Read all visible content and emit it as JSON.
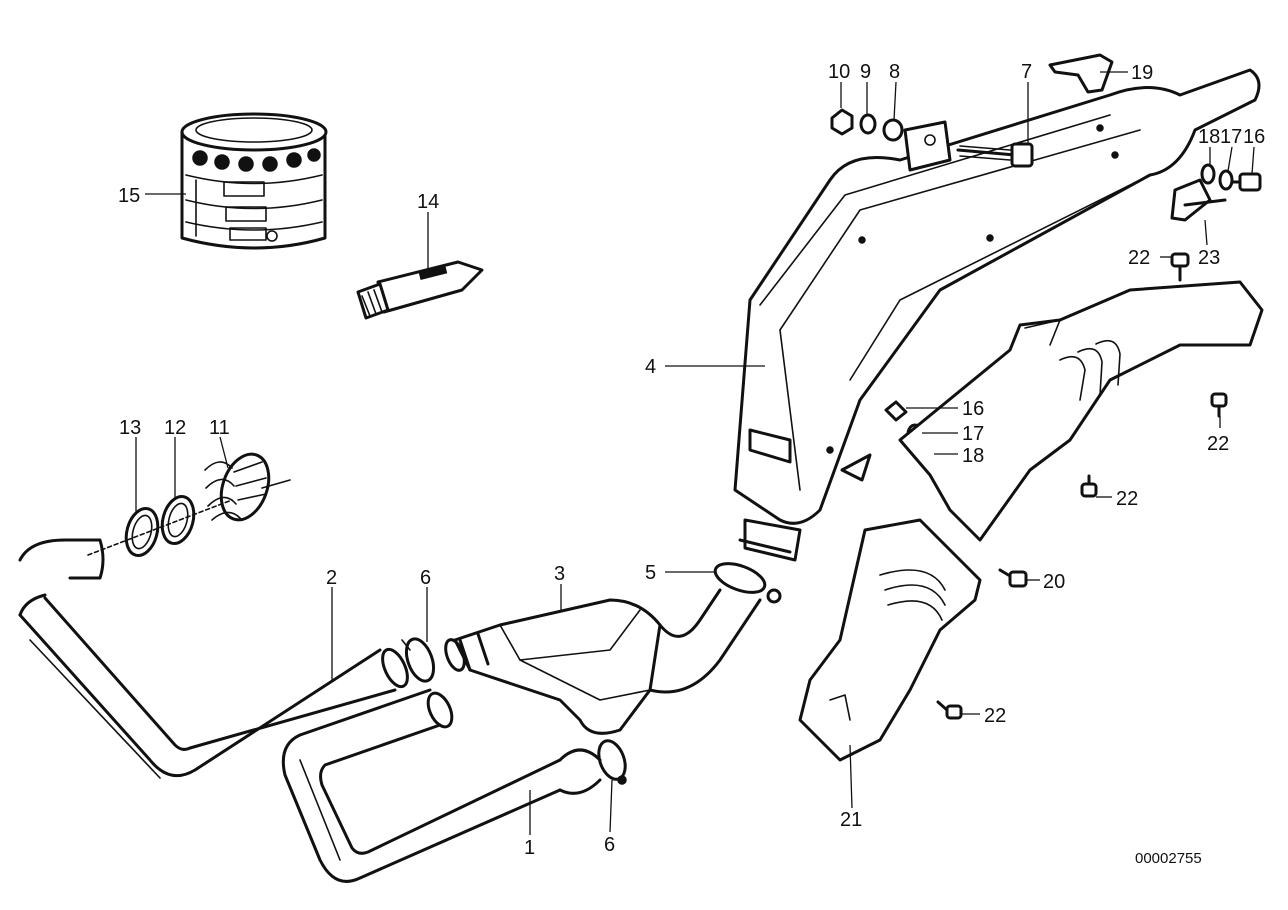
{
  "diagram": {
    "document_number": "00002755",
    "callouts": [
      {
        "id": "c1",
        "label": "1"
      },
      {
        "id": "c2",
        "label": "2"
      },
      {
        "id": "c3",
        "label": "3"
      },
      {
        "id": "c4",
        "label": "4"
      },
      {
        "id": "c5",
        "label": "5"
      },
      {
        "id": "c6a",
        "label": "6"
      },
      {
        "id": "c6b",
        "label": "6"
      },
      {
        "id": "c7",
        "label": "7"
      },
      {
        "id": "c8",
        "label": "8"
      },
      {
        "id": "c9",
        "label": "9"
      },
      {
        "id": "c10",
        "label": "10"
      },
      {
        "id": "c11",
        "label": "11"
      },
      {
        "id": "c12",
        "label": "12"
      },
      {
        "id": "c13",
        "label": "13"
      },
      {
        "id": "c14",
        "label": "14"
      },
      {
        "id": "c15",
        "label": "15"
      },
      {
        "id": "c16a",
        "label": "16"
      },
      {
        "id": "c16b",
        "label": "16"
      },
      {
        "id": "c17a",
        "label": "17"
      },
      {
        "id": "c17b",
        "label": "17"
      },
      {
        "id": "c18a",
        "label": "18"
      },
      {
        "id": "c18b",
        "label": "18"
      },
      {
        "id": "c19",
        "label": "19"
      },
      {
        "id": "c20",
        "label": "20"
      },
      {
        "id": "c21",
        "label": "21"
      },
      {
        "id": "c22a",
        "label": "22"
      },
      {
        "id": "c22b",
        "label": "22"
      },
      {
        "id": "c22c",
        "label": "22"
      },
      {
        "id": "c22d",
        "label": "22"
      },
      {
        "id": "c23",
        "label": "23"
      }
    ]
  }
}
